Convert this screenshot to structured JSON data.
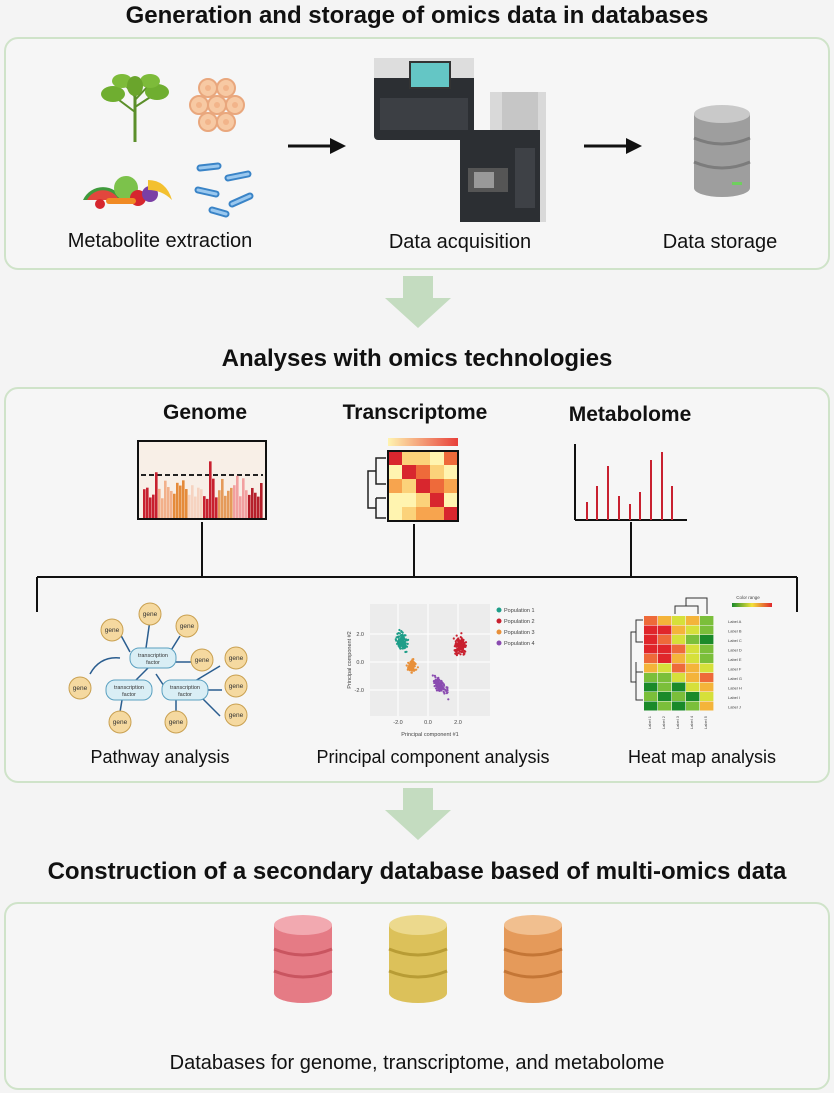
{
  "section1": {
    "title": "Generation and storage of omics data in databases",
    "captions": {
      "extraction": "Metabolite extraction",
      "acquisition": "Data acquisition",
      "storage": "Data storage"
    }
  },
  "section2": {
    "title": "Analyses with omics technologies",
    "omics": {
      "genome": "Genome",
      "transcriptome": "Transcriptome",
      "metabolome": "Metabolome"
    },
    "pathway": {
      "caption": "Pathway analysis",
      "gene": "gene",
      "tf_line1": "transcription",
      "tf_line2": "factor"
    },
    "pca": {
      "caption": "Principal component analysis",
      "xlabel": "Principal component #1",
      "ylabel": "Principal component #2",
      "xticks": [
        "-2.0",
        "0.0",
        "2.0"
      ],
      "yticks": [
        "2.0",
        "0.0",
        "-2.0"
      ],
      "legend": [
        "Population 1",
        "Population 2",
        "Population 3",
        "Population 4"
      ],
      "colors": [
        "#1f9e89",
        "#c8202f",
        "#e8903a",
        "#8a4bb0"
      ]
    },
    "heatmap": {
      "caption": "Heat map analysis",
      "legend_title": "Color range",
      "row_labels": [
        "Label A",
        "Label B",
        "Label C",
        "Label D",
        "Label E",
        "Label F",
        "Label G",
        "Label H",
        "Label I",
        "Label J"
      ],
      "col_labels": [
        "Label 1",
        "Label 2",
        "Label 3",
        "Label 4",
        "Label 5"
      ]
    }
  },
  "section3": {
    "title": "Construction of a secondary database based of multi-omics data",
    "caption": "Databases for genome, transcriptome, and metabolome",
    "db_colors": [
      "#e57b85",
      "#dcc15a",
      "#e59a5a"
    ]
  }
}
